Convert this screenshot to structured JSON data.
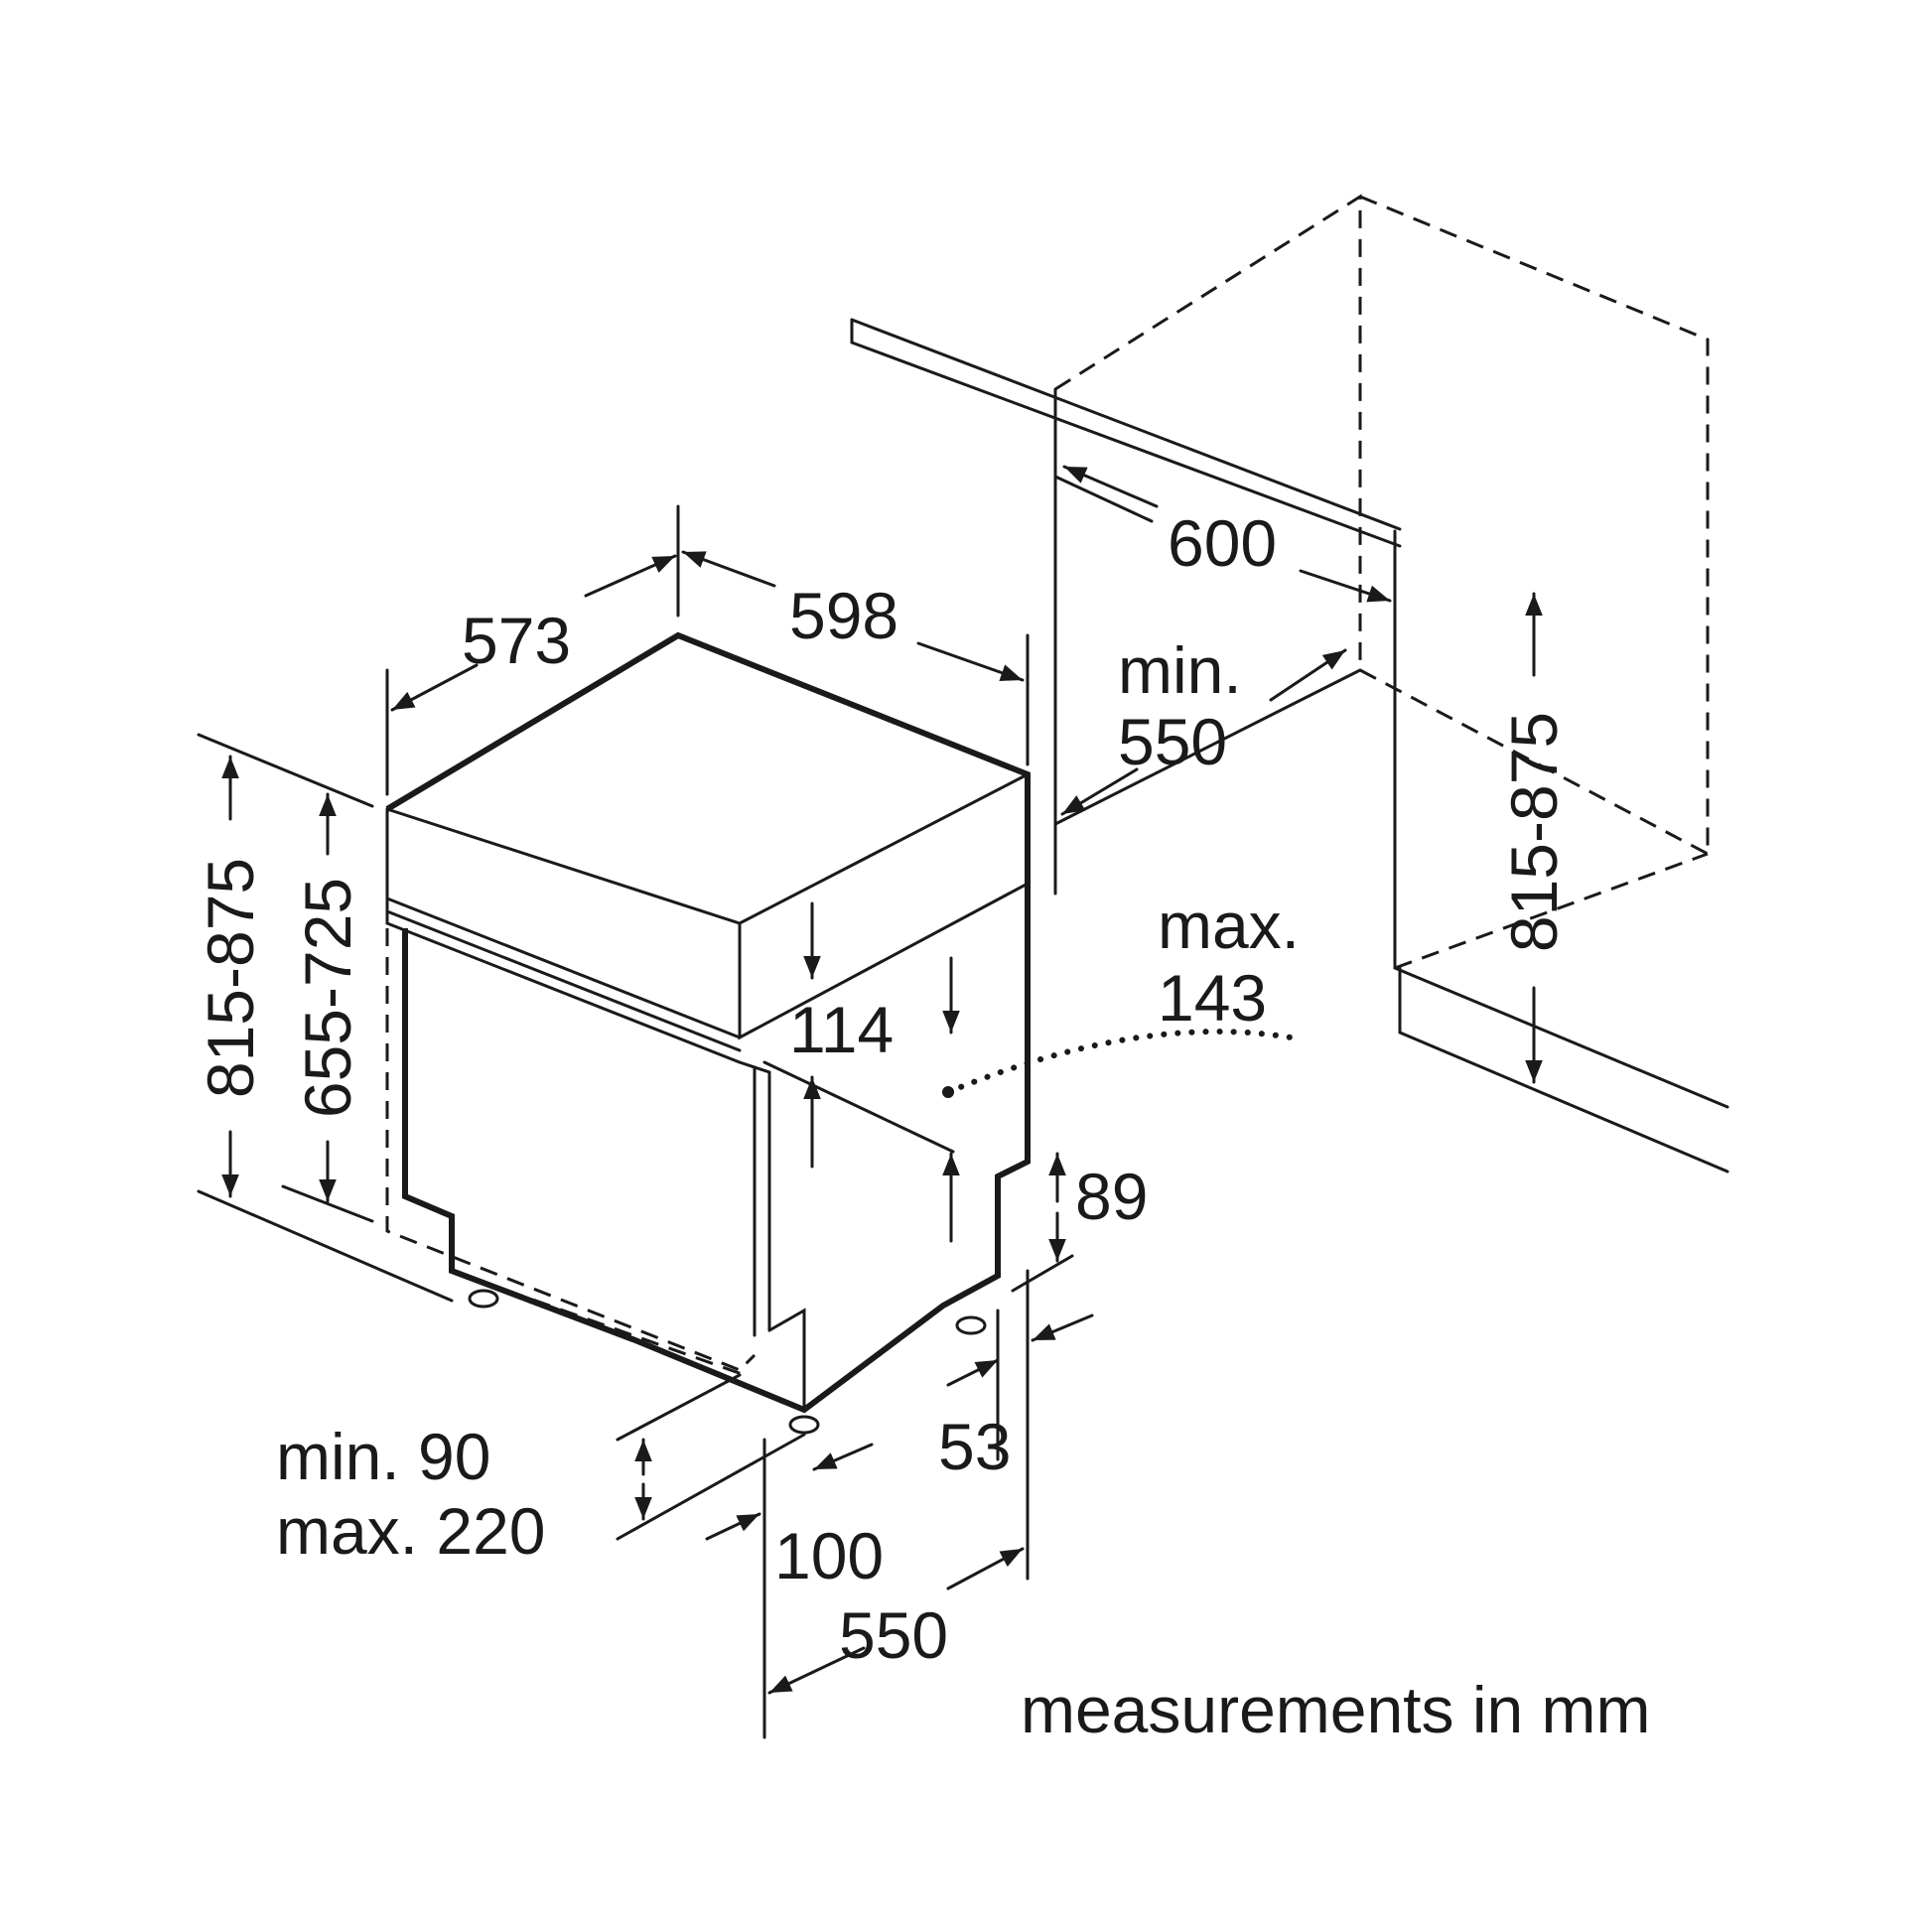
{
  "dimensions": {
    "depth_top": "573",
    "width_top": "598",
    "niche_width": "600",
    "min_label": "min.",
    "niche_depth_value": "550",
    "max_label": "max.",
    "door_overhang": "143",
    "panel_height": "114",
    "kick_height": "89",
    "height_range": "815-875",
    "niche_height_range": "815-875",
    "door_height_range": "655-725",
    "base_min": "min. 90",
    "base_max": "max. 220",
    "base_depth": "100",
    "recess_depth": "53",
    "appliance_depth": "550"
  },
  "footer": {
    "note": "measurements in mm"
  },
  "colors": {
    "line": "#1a1a1a",
    "background": "#ffffff"
  }
}
